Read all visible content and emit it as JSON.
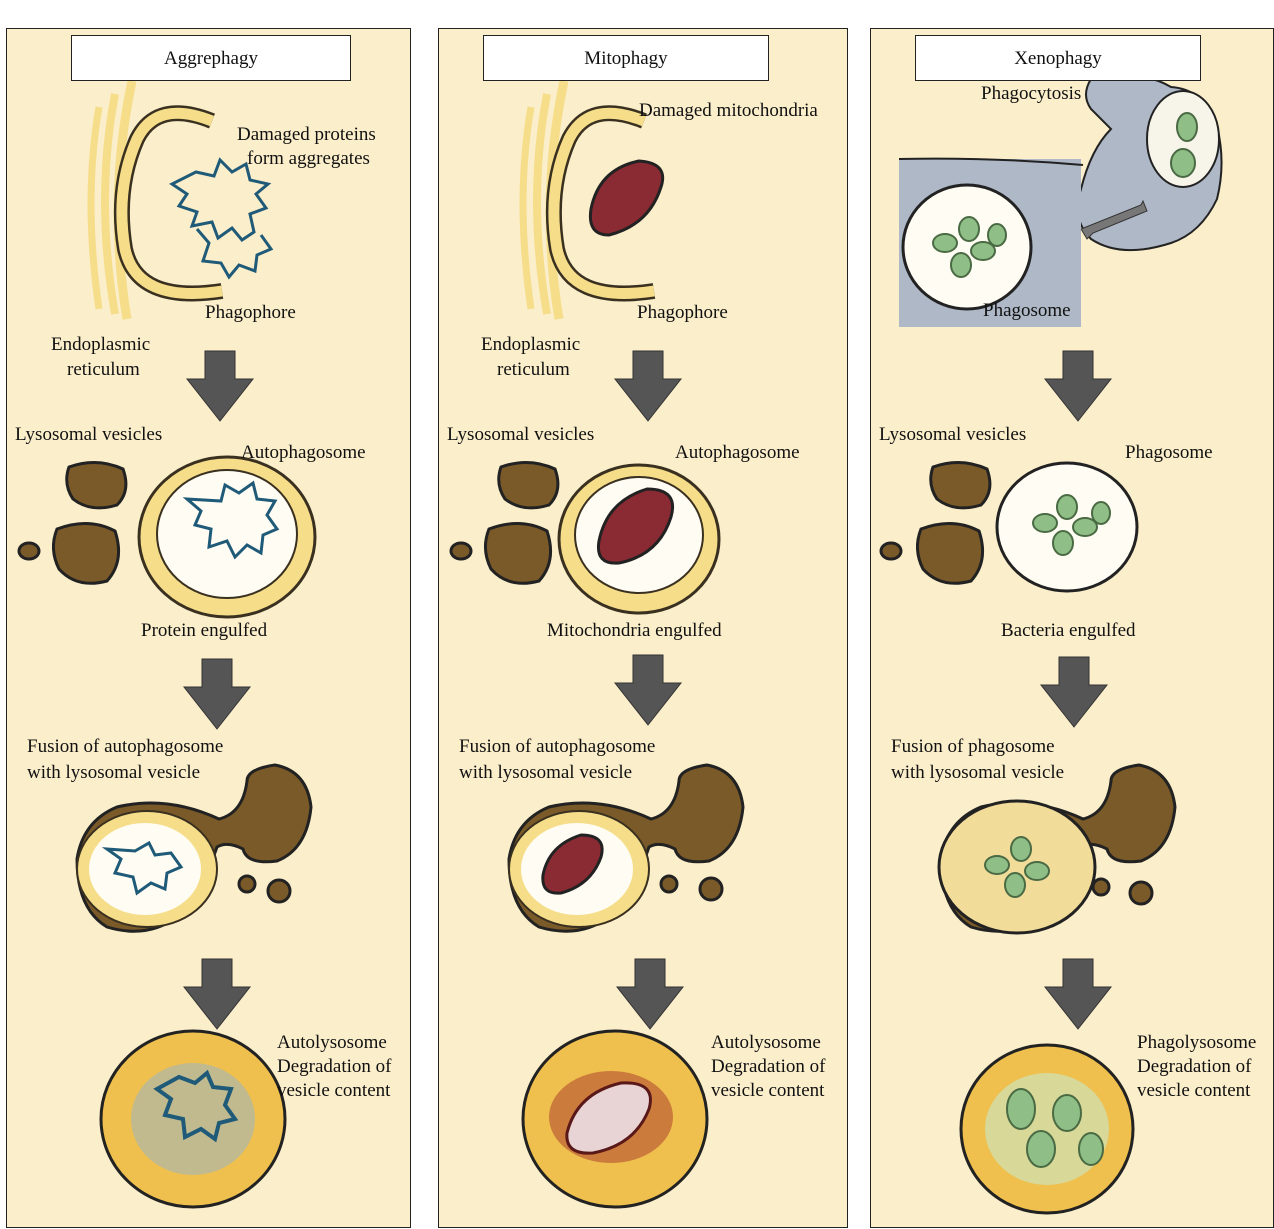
{
  "panels": [
    {
      "title": "Aggrephagy",
      "cargo_label_1": "Damaged proteins",
      "cargo_label_2": "form aggregates",
      "phagophore": "Phagophore",
      "er_1": "Endoplasmic",
      "er_2": "reticulum",
      "lysosomal": "Lysosomal vesicles",
      "vesicle_name": "Autophagosome",
      "engulfed": "Protein engulfed",
      "fusion_1": "Fusion of autophagosome",
      "fusion_2": "with lysosomal vesicle",
      "final_1": "Autolysosome",
      "final_2": "Degradation of",
      "final_3": "vesicle content"
    },
    {
      "title": "Mitophagy",
      "cargo_label_1": "Damaged mitochondria",
      "phagophore": "Phagophore",
      "er_1": "Endoplasmic",
      "er_2": "reticulum",
      "lysosomal": "Lysosomal vesicles",
      "vesicle_name": "Autophagosome",
      "engulfed": "Mitochondria engulfed",
      "fusion_1": "Fusion of autophagosome",
      "fusion_2": "with lysosomal vesicle",
      "final_1": "Autolysosome",
      "final_2": "Degradation of",
      "final_3": "vesicle content"
    },
    {
      "title": "Xenophagy",
      "phagocytosis": "Phagocytosis",
      "phagosome_top": "Phagosome",
      "lysosomal": "Lysosomal vesicles",
      "vesicle_name": "Phagosome",
      "engulfed": "Bacteria engulfed",
      "fusion_1": "Fusion of phagosome",
      "fusion_2": "with lysosomal vesicle",
      "final_1": "Phagolysosome",
      "final_2": "Degradation of",
      "final_3": "vesicle content"
    }
  ],
  "colors": {
    "panel_bg": "#fbeecb",
    "membrane": "#f5dd8a",
    "lysosome": "#7a5a28",
    "arrow": "#555555",
    "protein": "#2a6a8a",
    "mitochondria": "#8a2a32",
    "bacteria": "#8fbf86",
    "autolysosome": "#efc04e"
  }
}
